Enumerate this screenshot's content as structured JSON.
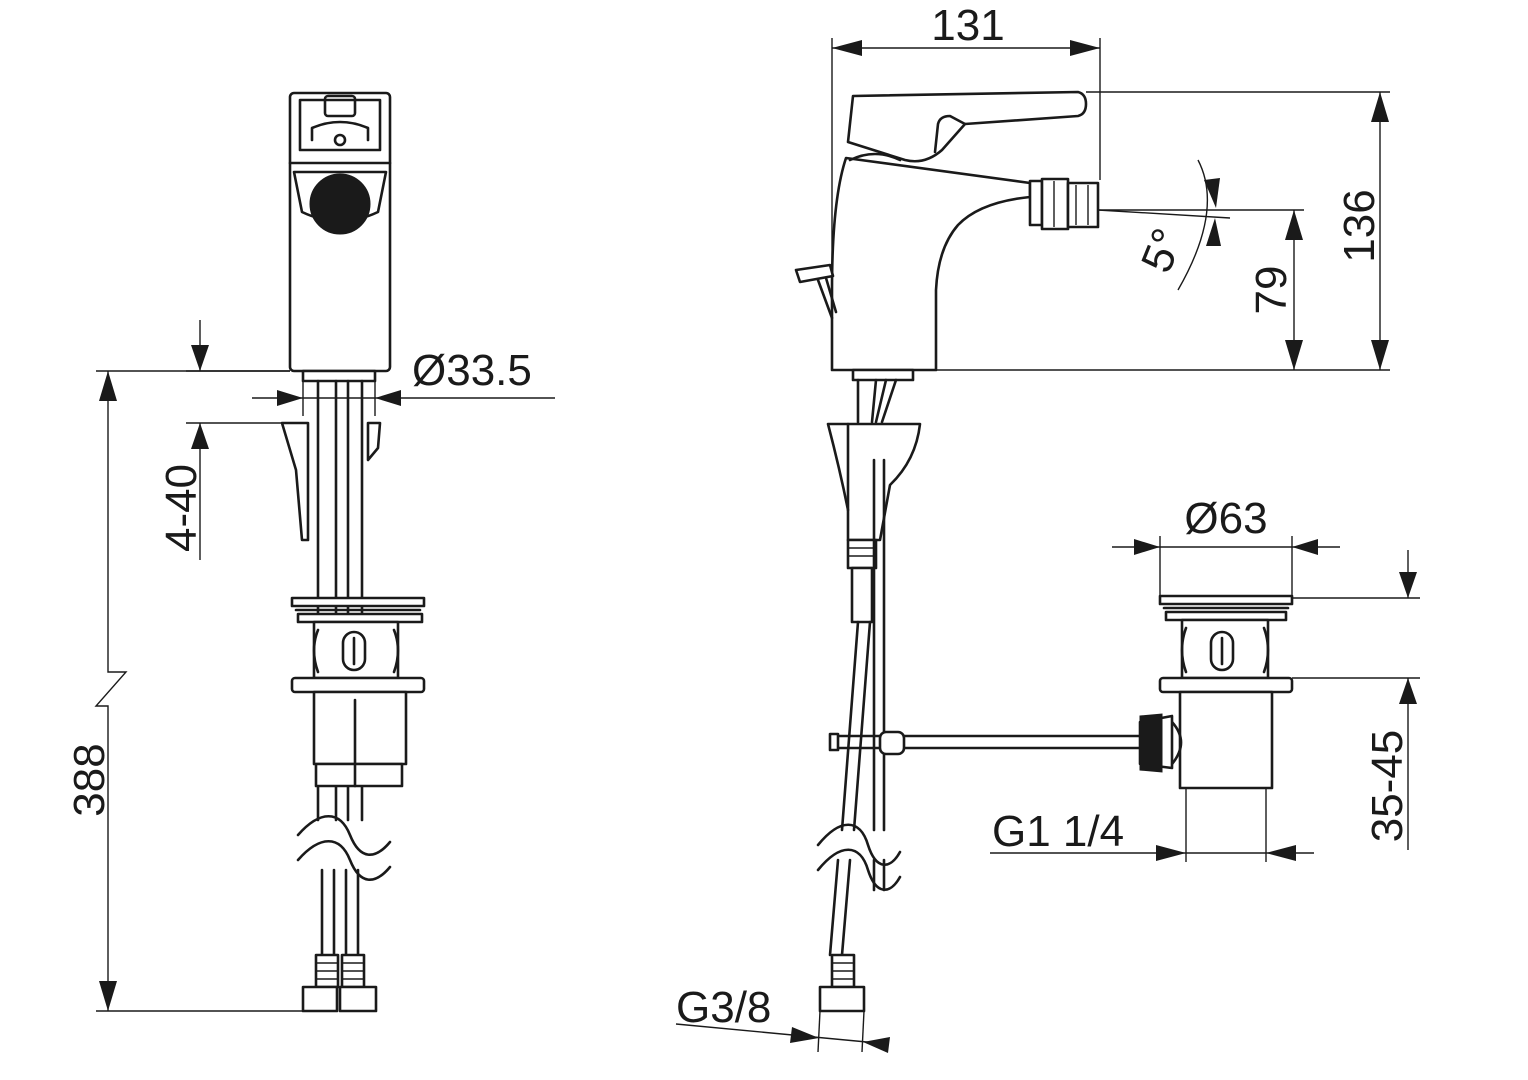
{
  "dimensions": {
    "total_height": "388",
    "flange_gap": "4-40",
    "base_diameter": "Ø33.5",
    "overall_depth": "131",
    "overall_height": "136",
    "outlet_height": "79",
    "outlet_angle": "5°",
    "waste_diameter": "Ø63",
    "waste_range": "35-45",
    "waste_thread": "G1 1/4",
    "supply_thread": "G3/8"
  }
}
